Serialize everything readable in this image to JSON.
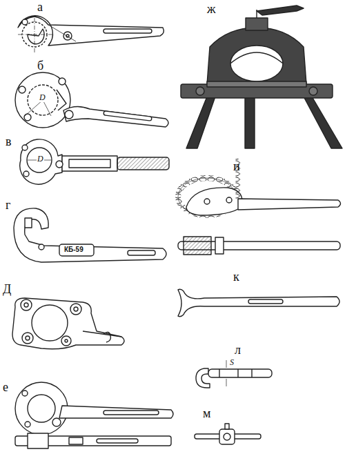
{
  "diagram": {
    "labels": [
      "а",
      "б",
      "D",
      "в",
      "D",
      "г",
      "КБ-59",
      "Д",
      "е",
      "ж",
      "и",
      "к",
      "л",
      "S",
      "м"
    ]
  }
}
